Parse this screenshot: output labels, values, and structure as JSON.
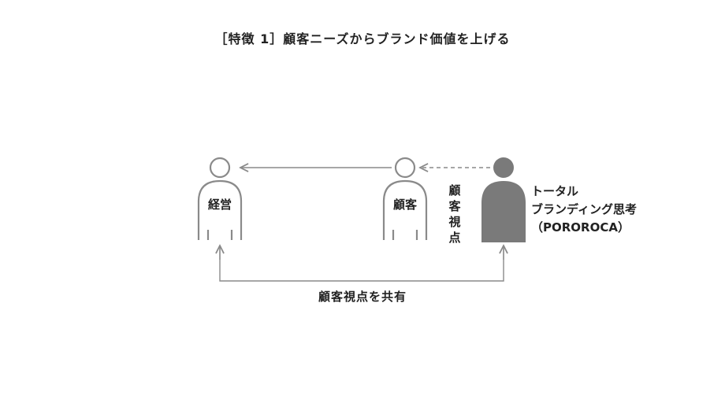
{
  "title": "［特徴 1］顧客ニーズからブランド価値を上げる",
  "nodes": {
    "management": {
      "label": "経営"
    },
    "customer": {
      "label": "顧客"
    },
    "pororoca": {
      "lines": [
        "トータル",
        "ブランディング思考",
        "（POROROCA）"
      ]
    }
  },
  "customer_view_label": [
    "顧",
    "客",
    "視",
    "点"
  ],
  "shared_label": "顧客視点を共有",
  "colors": {
    "outline": "#8a8a8a",
    "filled": "#7a7a7a",
    "arrow": "#8a8a8a",
    "text": "#222222"
  }
}
